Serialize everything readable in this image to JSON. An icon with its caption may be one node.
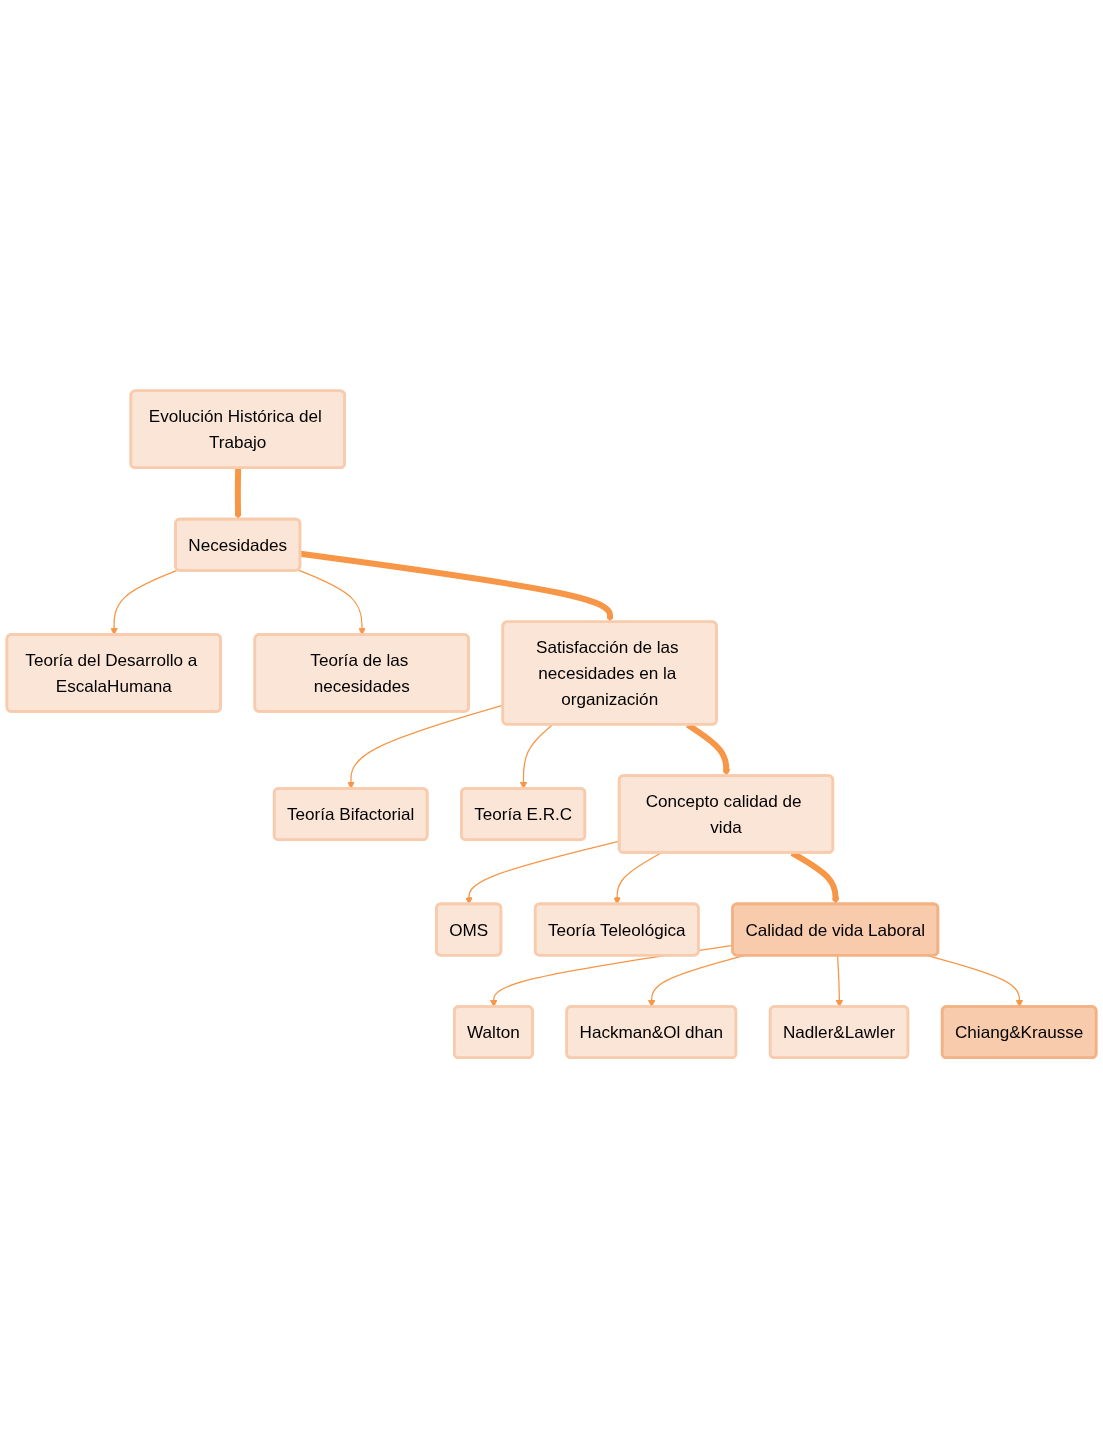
{
  "diagram": {
    "nodes": [
      {
        "text": [
          "Evolución Histórica del Trabajo"
        ]
      },
      {
        "text": [
          "Necesidades"
        ]
      },
      {
        "text": [
          "Teoría del Desarrollo a EscalaHumana"
        ]
      },
      {
        "text": [
          "Teoría de las necesidades"
        ]
      },
      {
        "text": [
          "Satisfacción de las necesidades en la organización"
        ]
      },
      {
        "text": [
          "Teoría Bifactorial"
        ]
      },
      {
        "text": [
          "Teoría E.R.C"
        ]
      },
      {
        "text": [
          "Concepto calidad de vida"
        ]
      },
      {
        "text": [
          "OMS"
        ]
      },
      {
        "text": [
          "Teoría Teleológica"
        ]
      },
      {
        "text": [
          "Calidad de vida Laboral"
        ]
      },
      {
        "text": [
          "Walton"
        ]
      },
      {
        "text": [
          "Hackman&Ol dhan"
        ]
      },
      {
        "text": [
          "Nadler&Lawler"
        ]
      },
      {
        "text": [
          "Chiang&Krausse"
        ]
      }
    ],
    "edges": [
      {
        "from": 0,
        "to": 1,
        "arrow": "to",
        "style": "thick"
      },
      {
        "from": 1,
        "to": 2,
        "arrow": "to"
      },
      {
        "from": 1,
        "to": 3,
        "arrow": "to"
      },
      {
        "from": 1,
        "to": 4,
        "arrow": "to",
        "style": "thick"
      },
      {
        "from": 4,
        "to": 5,
        "arrow": "to"
      },
      {
        "from": 4,
        "to": 6,
        "arrow": "to"
      },
      {
        "from": 4,
        "to": 7,
        "arrow": "to",
        "style": "thick"
      },
      {
        "from": 7,
        "to": 8,
        "arrow": "to"
      },
      {
        "from": 7,
        "to": 9,
        "arrow": "to"
      },
      {
        "from": 7,
        "to": 10,
        "arrow": "to",
        "style": "thick"
      },
      {
        "from": 10,
        "to": 11,
        "arrow": "to"
      },
      {
        "from": 10,
        "to": 12,
        "arrow": "to"
      },
      {
        "from": 10,
        "to": 13,
        "arrow": "to"
      },
      {
        "from": 10,
        "to": 14,
        "arrow": "to"
      }
    ]
  }
}
